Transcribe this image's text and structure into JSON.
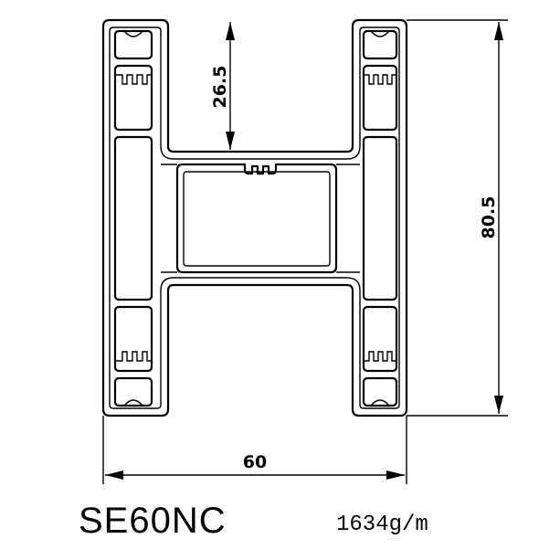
{
  "profile": {
    "model": "SE60NC",
    "weight": "1634g/m"
  },
  "dimensions": {
    "width": "60",
    "height": "80.5",
    "cavity_depth": "26.5"
  }
}
